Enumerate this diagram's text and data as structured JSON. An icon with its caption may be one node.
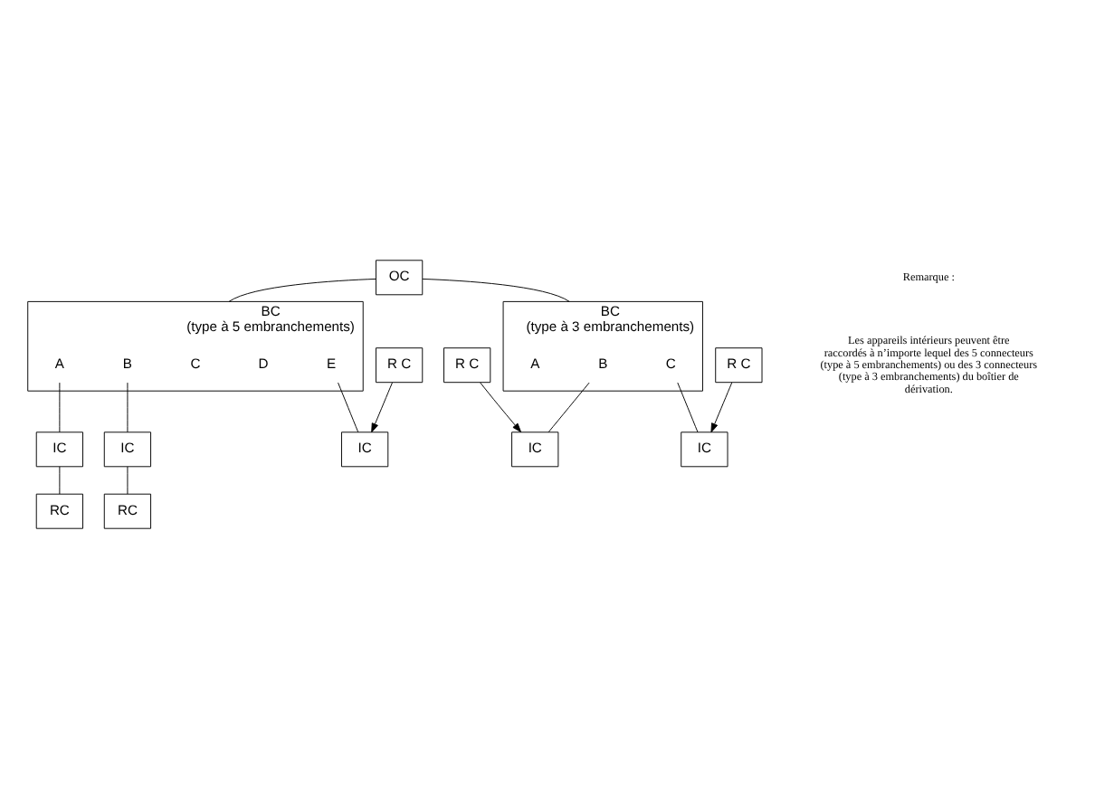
{
  "diagram": {
    "nodes": [
      {
        "text": [
          "OC"
        ]
      },
      {
        "text": [
          "BC",
          "(type à 5 embranchements)"
        ]
      },
      {
        "text": [
          "A"
        ],
        "in": 1
      },
      {
        "text": [
          "B"
        ],
        "in": 1
      },
      {
        "text": [
          "C"
        ],
        "in": 1
      },
      {
        "text": [
          "D"
        ],
        "in": 1
      },
      {
        "text": [
          "E"
        ],
        "in": 1
      },
      {
        "text": [
          "BC",
          "(type à 3 embranchements)"
        ]
      },
      {
        "text": [
          "A"
        ],
        "in": 7
      },
      {
        "text": [
          "B"
        ],
        "in": 7
      },
      {
        "text": [
          "C"
        ],
        "in": 7
      },
      {
        "text": [
          "IC"
        ]
      },
      {
        "text": [
          "IC"
        ]
      },
      {
        "text": [
          "IC"
        ]
      },
      {
        "text": [
          "IC"
        ]
      },
      {
        "text": [
          "IC"
        ]
      },
      {
        "text": [
          "RC"
        ]
      },
      {
        "text": [
          "RC"
        ]
      },
      {
        "text": [
          "R C"
        ]
      },
      {
        "text": [
          "R C"
        ]
      },
      {
        "text": [
          "R C"
        ]
      }
    ],
    "edges": [
      {
        "from": 0,
        "to": 1,
        "arrow": "none"
      },
      {
        "from": 0,
        "to": 7,
        "arrow": "none"
      },
      {
        "from": 2,
        "to": 11,
        "arrow": "none"
      },
      {
        "from": 3,
        "to": 12,
        "arrow": "none"
      },
      {
        "from": 6,
        "to": 13,
        "arrow": "none"
      },
      {
        "from": 9,
        "to": 14,
        "arrow": "none"
      },
      {
        "from": 10,
        "to": 15,
        "arrow": "none"
      },
      {
        "from": 11,
        "to": 16,
        "arrow": "none"
      },
      {
        "from": 12,
        "to": 17,
        "arrow": "none"
      },
      {
        "from": 18,
        "to": 13,
        "arrow": "to"
      },
      {
        "from": 19,
        "to": 14,
        "arrow": "to"
      },
      {
        "from": 20,
        "to": 15,
        "arrow": "to"
      }
    ],
    "labels": [
      "Remarque :",
      "Les appareils intérieurs peuvent être raccordés à n’importe lequel des 5 connecteurs (type à 5 embranchements) ou des 3 connecteurs (type à 3 embranchements) du boîtier de dérivation."
    ]
  }
}
